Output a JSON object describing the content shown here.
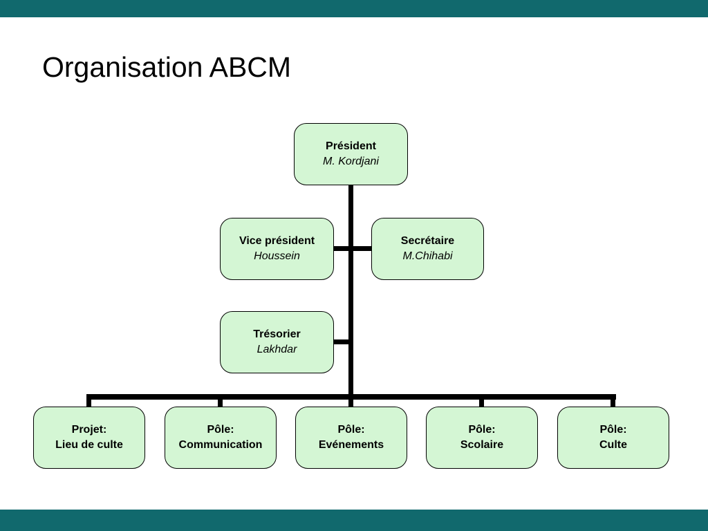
{
  "slide": {
    "title": "Organisation ABCM"
  },
  "org": {
    "president": {
      "role": "Président",
      "person": "M. Kordjani"
    },
    "vice_president": {
      "role": "Vice président",
      "person": "Houssein"
    },
    "secretary": {
      "role": "Secrétaire",
      "person": "M.Chihabi"
    },
    "treasurer": {
      "role": "Trésorier",
      "person": "Lakhdar"
    },
    "bottom_row": [
      {
        "line1": "Projet:",
        "line2": "Lieu de culte"
      },
      {
        "line1": "Pôle:",
        "line2": "Communication"
      },
      {
        "line1": "Pôle:",
        "line2": "Evénements"
      },
      {
        "line1": "Pôle:",
        "line2": "Scolaire"
      },
      {
        "line1": "Pôle:",
        "line2": "Culte"
      }
    ]
  },
  "colors": {
    "box_fill": "#d4f6d4",
    "box_border": "#000000",
    "connector": "#000000",
    "frame_bar": "#11696d",
    "background": "#ffffff",
    "text": "#000000"
  }
}
